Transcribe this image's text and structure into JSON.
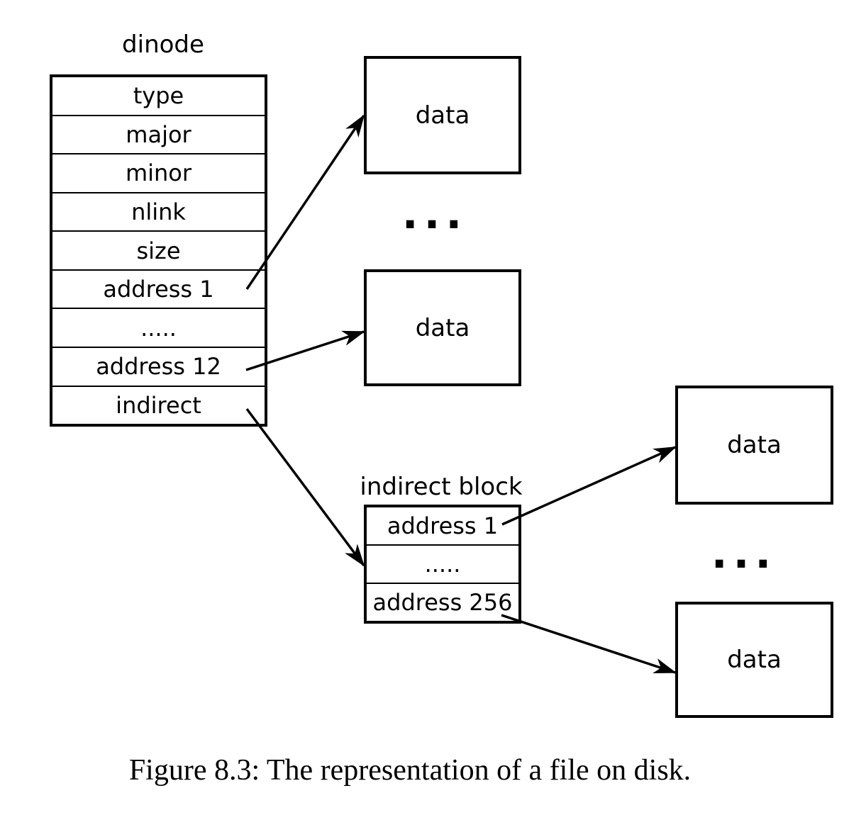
{
  "figure": {
    "dinode": {
      "title": "dinode",
      "rows": [
        "type",
        "major",
        "minor",
        "nlink",
        "size",
        "address 1",
        ".....",
        "address 12",
        "indirect"
      ]
    },
    "indirect_block": {
      "title": "indirect block",
      "rows": [
        "address 1",
        ".....",
        "address 256"
      ]
    },
    "data_label": "data",
    "ellipsis": "...",
    "caption": "Figure 8.3: The representation of a file on disk.",
    "colors": {
      "ink": "#000000",
      "background": "#ffffff"
    }
  }
}
